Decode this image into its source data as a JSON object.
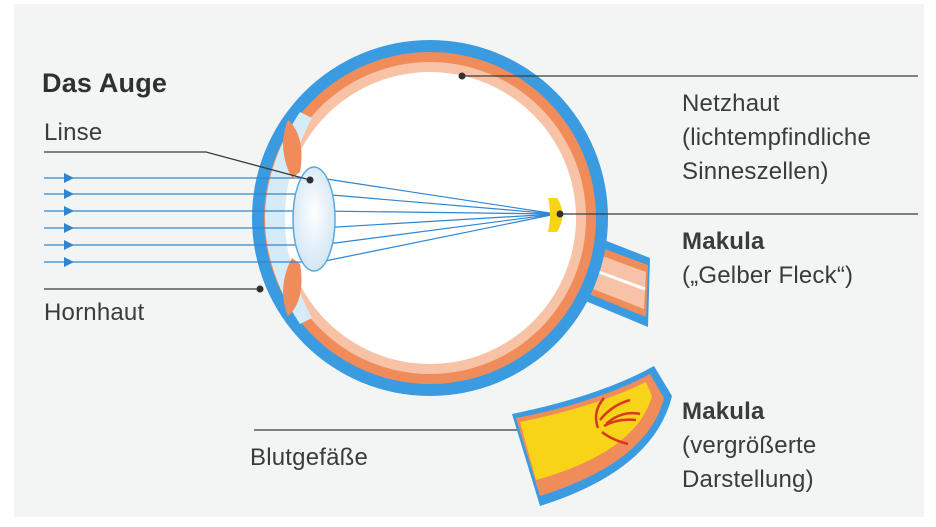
{
  "title": "Das Auge",
  "labels": {
    "linse": "Linse",
    "hornhaut": "Hornhaut",
    "netzhaut": "Netzhaut",
    "netzhaut_desc_1": "(lichtempfindliche",
    "netzhaut_desc_2": "Sinneszellen)",
    "makula": "Makula",
    "makula_desc": "(„Gelber Fleck“)",
    "makula_detail": "Makula",
    "makula_detail_desc_1": "(vergrößerte",
    "makula_detail_desc_2": "Darstellung)",
    "blutgefaesse": "Blutgefäße"
  },
  "colors": {
    "background": "#f3f4f4",
    "outer_blue": "#3b9be0",
    "light_blue": "#d6ebf8",
    "retina_orange": "#f08c5a",
    "inner_pink": "#f8c2a6",
    "vitreous_white": "#ffffff",
    "macula_yellow": "#f7d418",
    "vessel_red": "#d9371f",
    "ray_blue": "#2e86d1",
    "leader_line": "#3a3c3c"
  }
}
